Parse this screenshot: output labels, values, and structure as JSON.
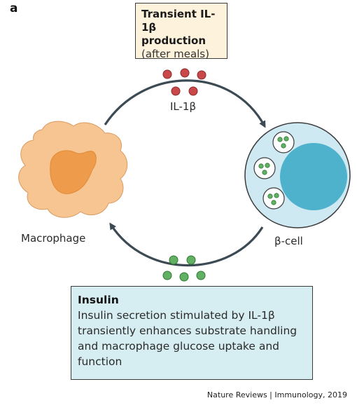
{
  "panel_label": "a",
  "top_box": {
    "title_line1": "Transient IL-1β",
    "title_line2": "production",
    "subtitle": "(after meals)"
  },
  "cytokine_label": "IL-1β",
  "macrophage_label": "Macrophage",
  "beta_cell_label": "β-cell",
  "bottom_box": {
    "title": "Insulin",
    "body": "Insulin secretion stimulated by IL-1β transiently enhances substrate handling and macrophage glucose uptake and function"
  },
  "credit": "Nature Reviews | Immunology, 2019",
  "colors": {
    "il1b_dot": "#c9494a",
    "insulin_dot": "#62b063",
    "macrophage_body": "#f6c592",
    "macrophage_nucleus": "#ee9c4c",
    "beta_cell_body": "#cfe9f3",
    "beta_cell_nucleus": "#4fb2cd",
    "arrow": "#3c4a54"
  }
}
